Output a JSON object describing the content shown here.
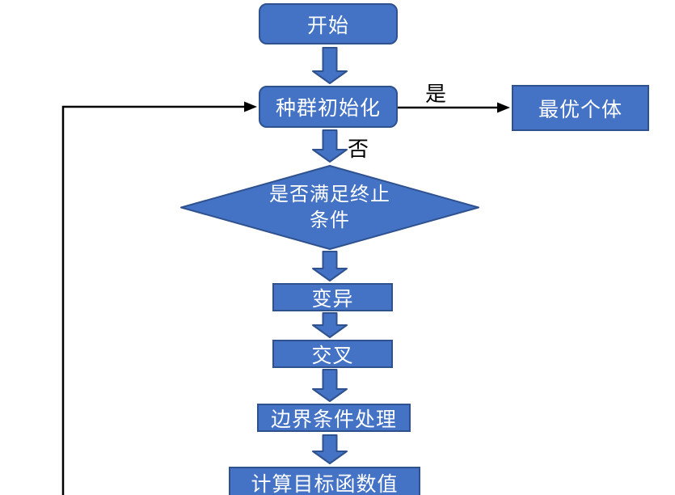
{
  "colors": {
    "node_fill": "#4472C4",
    "node_border": "#2F528F",
    "node_text": "#FFFFFF",
    "connector": "#000000",
    "background": "#FFFFFF"
  },
  "nodes": {
    "start": "开始",
    "init": "种群初始化",
    "best": "最优个体",
    "condition_line1": "是否满足终止",
    "condition_line2": "条件",
    "mutation": "变异",
    "crossover": "交叉",
    "boundary": "边界条件处理",
    "objective": "计算目标函数值"
  },
  "edge_labels": {
    "yes": "是",
    "no": "否"
  }
}
